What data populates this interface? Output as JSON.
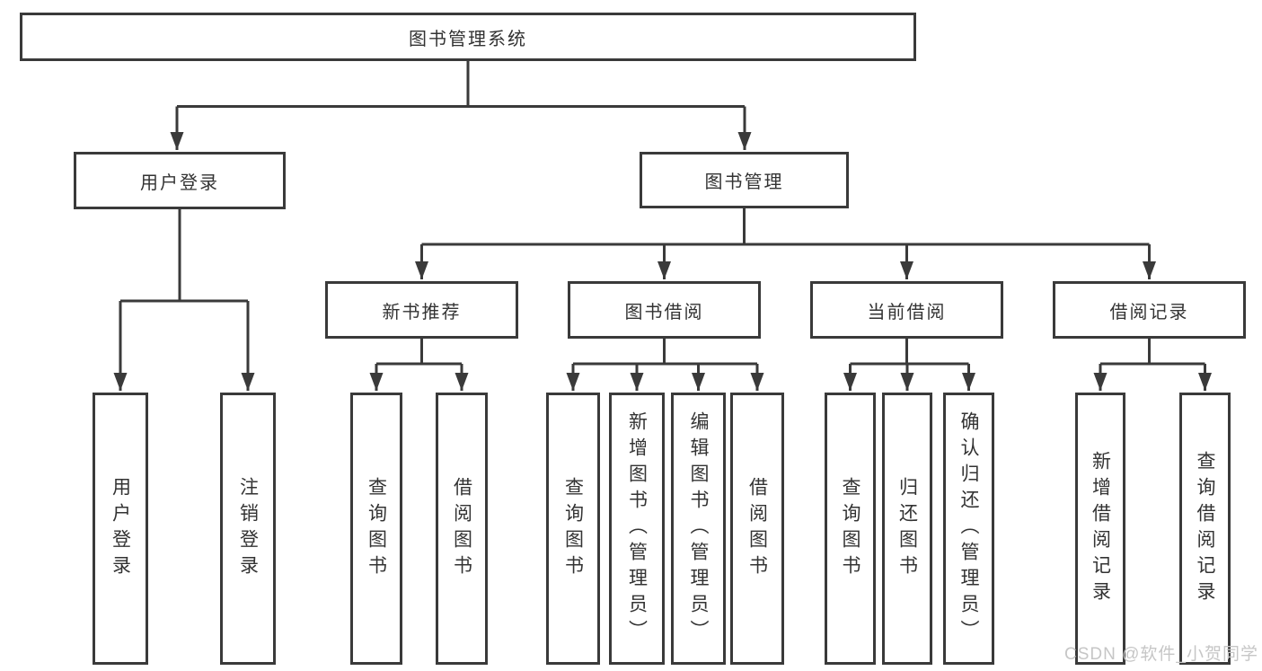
{
  "diagram": {
    "title": "图书管理系统",
    "level2": {
      "user_login": "用户登录",
      "book_mgmt": "图书管理"
    },
    "level3": {
      "new_books": "新书推荐",
      "borrow": "图书借阅",
      "current": "当前借阅",
      "records": "借阅记录"
    },
    "leaves": {
      "user_login": "用户登录",
      "logout": "注销登录",
      "nb_query": "查询图书",
      "nb_borrow": "借阅图书",
      "bw_query": "查询图书",
      "bw_add": "新增图书（管理员）",
      "bw_edit": "编辑图书（管理员）",
      "bw_borrow": "借阅图书",
      "cur_query": "查询图书",
      "cur_return": "归还图书",
      "cur_confirm": "确认归还（管理员）",
      "rec_add": "新增借阅记录",
      "rec_query": "查询借阅记录"
    }
  },
  "watermark": "CSDN @软件_小贺同学",
  "colors": {
    "line": "#3a3a3a",
    "text": "#333333",
    "watermark": "#c6c6c6",
    "background": "#ffffff"
  }
}
